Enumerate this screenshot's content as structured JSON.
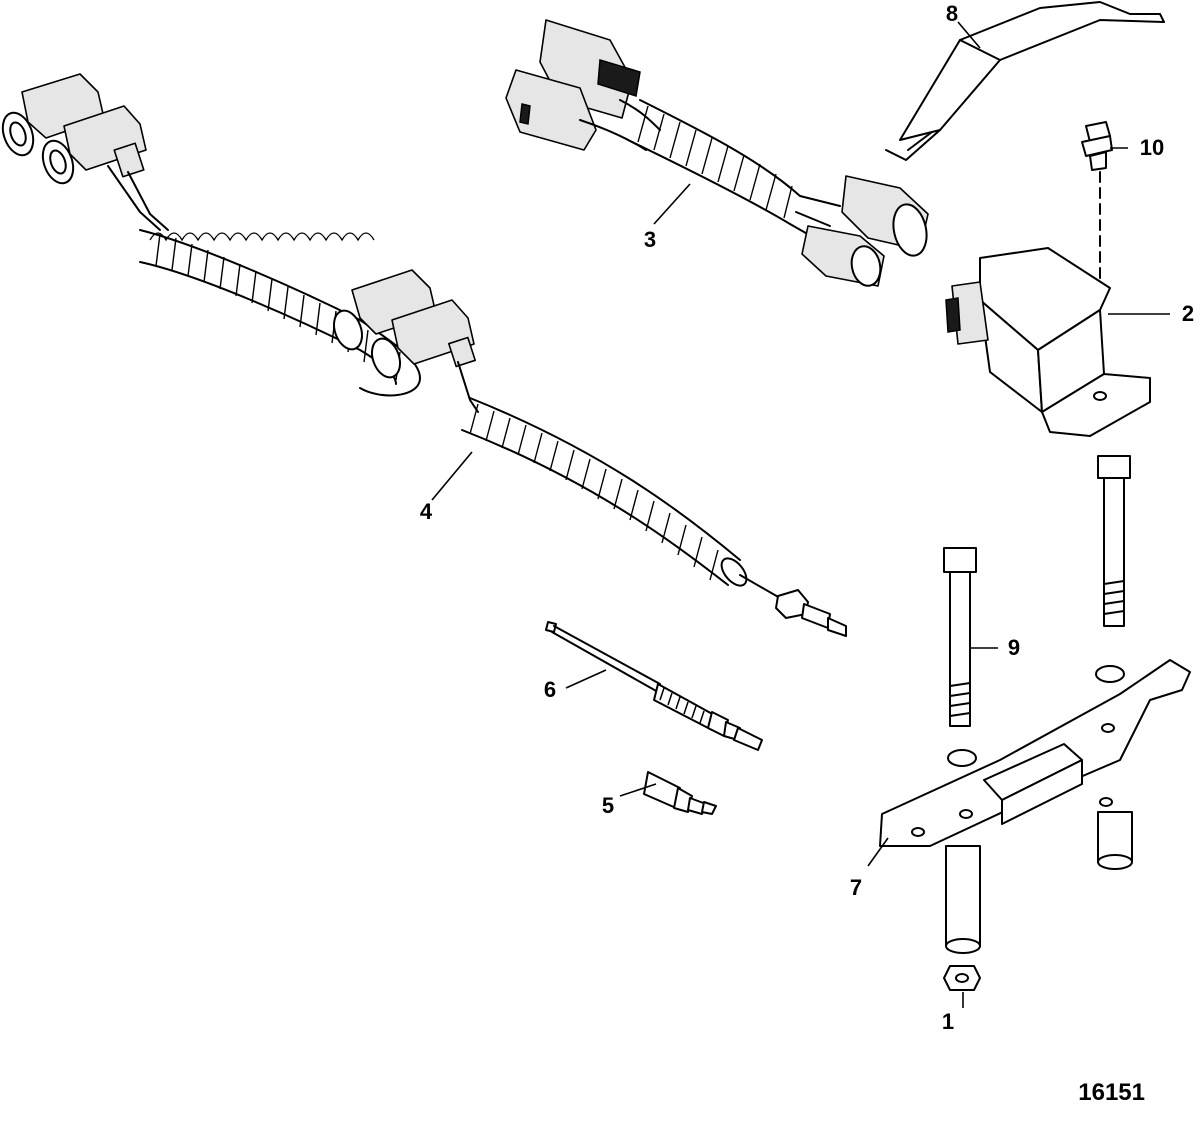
{
  "figure_id": "16151",
  "callouts": [
    {
      "key": "c1",
      "label": "1"
    },
    {
      "key": "c2",
      "label": "2"
    },
    {
      "key": "c3",
      "label": "3"
    },
    {
      "key": "c4",
      "label": "4"
    },
    {
      "key": "c5",
      "label": "5"
    },
    {
      "key": "c6",
      "label": "6"
    },
    {
      "key": "c7",
      "label": "7"
    },
    {
      "key": "c8",
      "label": "8"
    },
    {
      "key": "c9",
      "label": "9"
    },
    {
      "key": "c10",
      "label": "10"
    }
  ]
}
